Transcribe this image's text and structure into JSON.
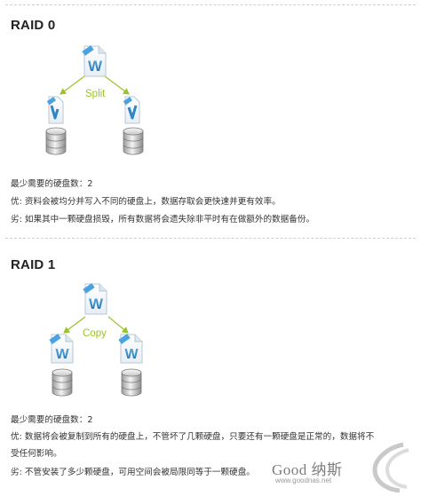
{
  "raid0": {
    "title": "RAID 0",
    "flow_label": "Split",
    "min_disks": "最少需要的硬盘数：2",
    "pros": "优: 资料会被均分并写入不同的硬盘上，数据存取会更快速并更有效率。",
    "cons": "劣: 如果其中一颗硬盘损毁，所有数据将会遗失除非平时有在做额外的数据备份。",
    "doc_letter": "W"
  },
  "raid1": {
    "title": "RAID 1",
    "flow_label": "Copy",
    "min_disks": "最少需要的硬盘数：2",
    "pros": "优: 数据将会被复制到所有的硬盘上，不管坏了几颗硬盘，只要还有一颗硬盘是正常的，数据将不",
    "pros_cont": "受任何影响。",
    "cons": "劣: 不管安装了多少颗硬盘，可用空间会被局限同等于一颗硬盘。",
    "doc_letter": "W"
  },
  "watermark": {
    "brand": "Good 纳斯",
    "url": "www.goodnas.net"
  },
  "colors": {
    "accent_green": "#9bc22a",
    "doc_blue": "#2d86c7",
    "disk_gray": "#8a8a8a"
  }
}
